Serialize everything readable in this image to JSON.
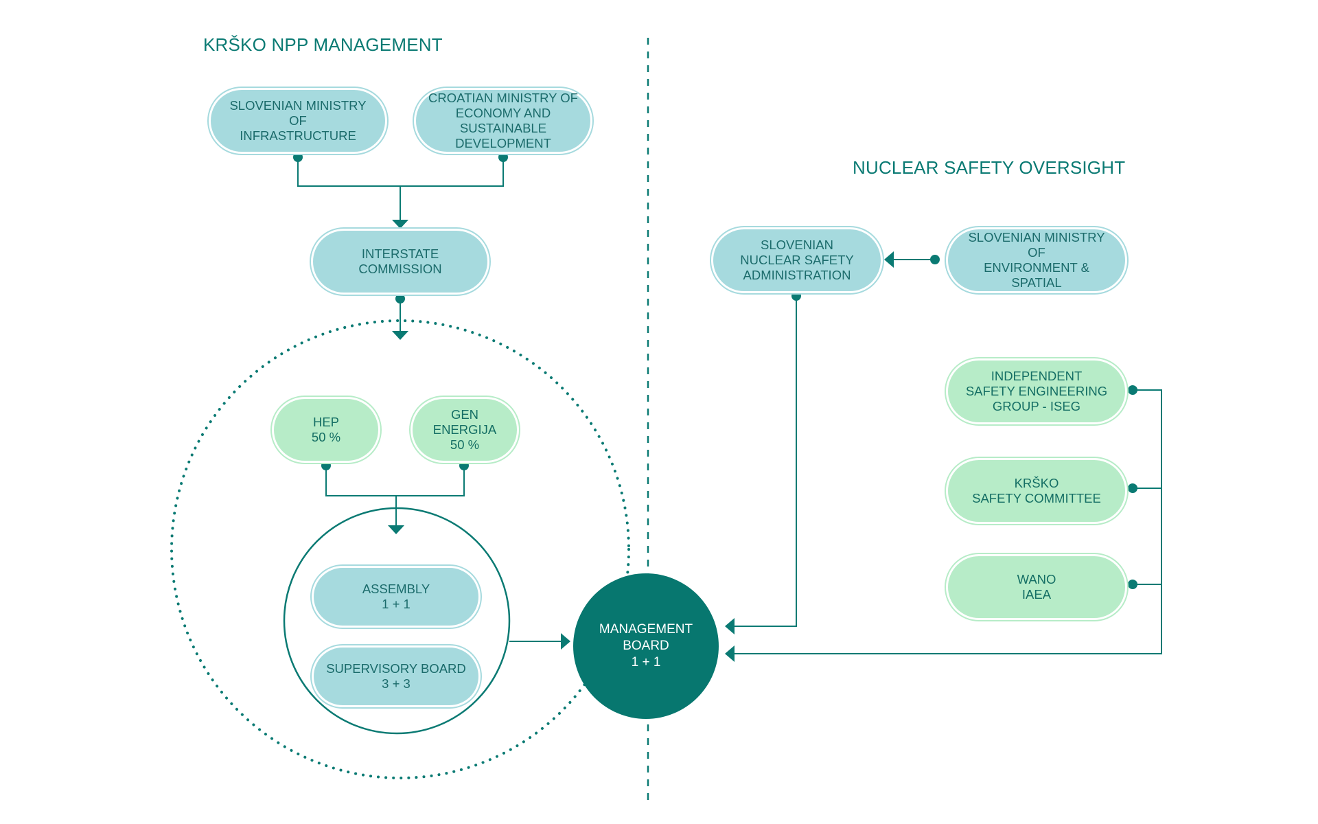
{
  "colors": {
    "accent": "#07776f",
    "line": "#0a7a73",
    "blue_node": "#a6dade",
    "green_node": "#b7ecc8",
    "background": "#ffffff"
  },
  "sections": {
    "left_title": "KRŠKO NPP MANAGEMENT",
    "right_title": "NUCLEAR SAFETY OVERSIGHT"
  },
  "nodes": {
    "slovenian_ministry_infrastructure": "SLOVENIAN MINISTRY OF\nINFRASTRUCTURE",
    "croatian_ministry": "CROATIAN MINISTRY OF\nECONOMY AND\nSUSTAINABLE\nDEVELOPMENT",
    "interstate_commission": "INTERSTATE\nCOMMISSION",
    "hep": "HEP\n50 %",
    "gen_energija": "GEN ENERGIJA\n50 %",
    "assembly": "ASSEMBLY\n1 + 1",
    "supervisory_board": "SUPERVISORY BOARD\n3 + 3",
    "management_board": "MANAGEMENT\nBOARD\n1 + 1",
    "snsa": "SLOVENIAN\nNUCLEAR SAFETY\nADMINISTRATION",
    "slovenian_ministry_environment": "SLOVENIAN MINISTRY OF\nENVIRONMENT & SPATIAL",
    "iseg": "INDEPENDENT\nSAFETY ENGINEERING\nGROUP - ISEG",
    "krsko_safety_committee": "KRŠKO\nSAFETY COMMITTEE",
    "wano_iaea": "WANO\nIAEA"
  }
}
